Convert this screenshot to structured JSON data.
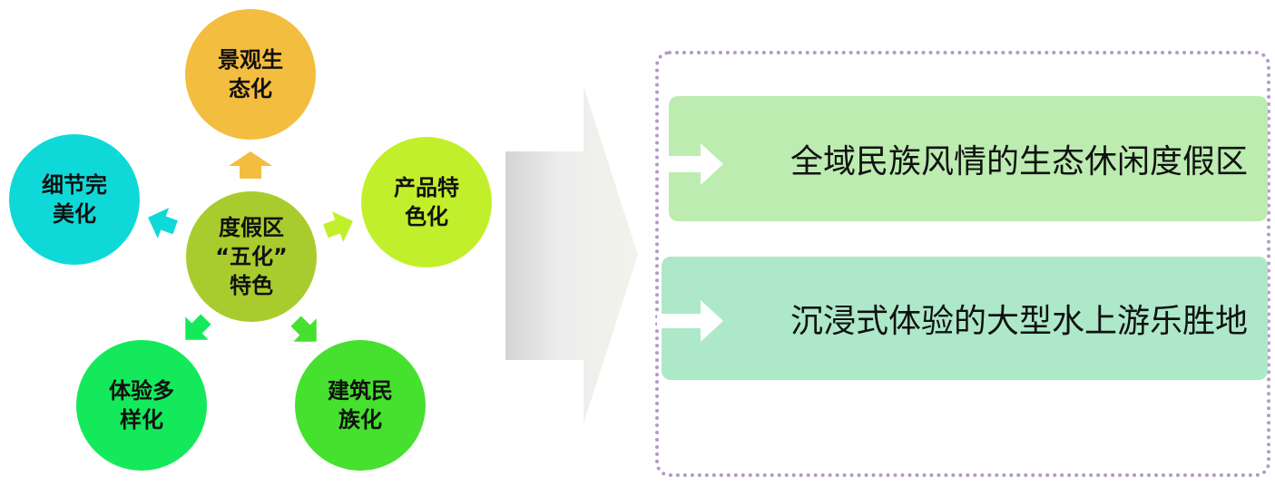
{
  "diagram": {
    "center": {
      "label": "度假区\n“五化”\n特色",
      "color": "#a8cc2e"
    },
    "nodes": [
      {
        "id": "top",
        "label": "景观生\n态化",
        "color": "#f3bd3f"
      },
      {
        "id": "right",
        "label": "产品特\n色化",
        "color": "#c2ef2b"
      },
      {
        "id": "bottom-right",
        "label": "建筑民\n族化",
        "color": "#46e02e"
      },
      {
        "id": "bottom-left",
        "label": "体验多\n样化",
        "color": "#14e95c"
      },
      {
        "id": "left",
        "label": "细节完\n美化",
        "color": "#0fd9d8"
      }
    ],
    "arrow_colors": {
      "top": "#f3bd3f",
      "right": "#c2ef2b",
      "bottom-right": "#46e02e",
      "bottom-left": "#14e95c",
      "left": "#0fd9d8"
    }
  },
  "results": [
    {
      "label": "全域民族风情的生态休闲度假区",
      "color": "#bcecb0"
    },
    {
      "label": "沉浸式体验的大型水上游乐胜地",
      "color": "#ade8c8"
    }
  ],
  "panel_border_color": "#b39ac8"
}
